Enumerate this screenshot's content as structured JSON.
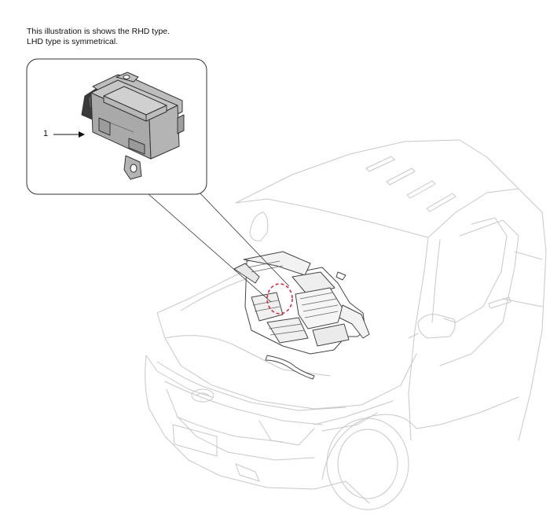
{
  "note": {
    "line1": "This illustration is shows the RHD type.",
    "line2": "LHD type is symmetrical."
  },
  "callout": {
    "number": "1"
  },
  "icons": {
    "arrow": "arrow-right-icon",
    "detail_part": "control-module-illustration",
    "vehicle": "suv-front-illustration",
    "hvac": "heater-blower-unit-illustration"
  }
}
